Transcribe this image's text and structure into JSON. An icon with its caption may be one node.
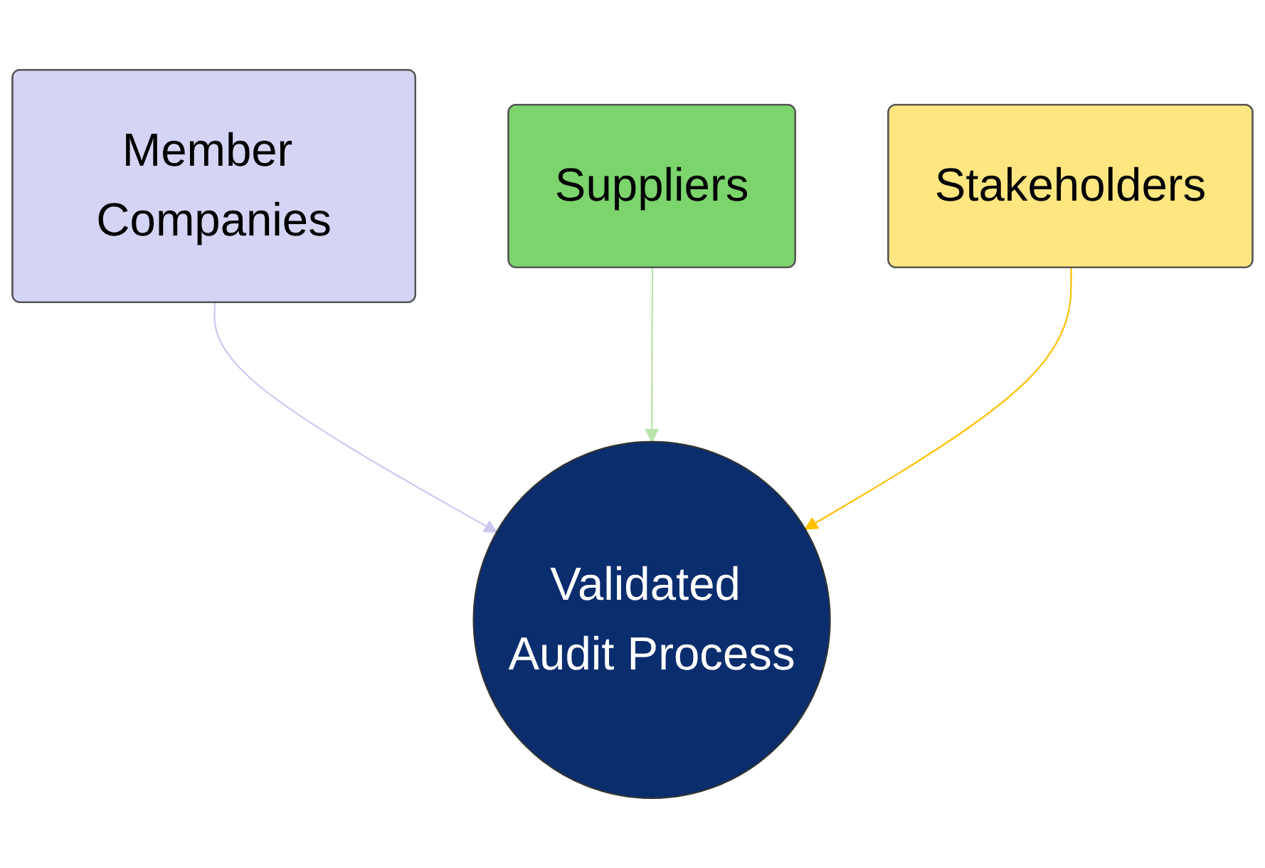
{
  "diagram": {
    "nodes": [
      {
        "text": [
          "Member Companies"
        ]
      },
      {
        "text": [
          "Suppliers"
        ]
      },
      {
        "text": [
          "Stakeholders"
        ]
      },
      {
        "text": [
          "Validated Audit Process"
        ]
      }
    ],
    "edges": [
      {
        "from": 0,
        "to": 3,
        "arrow": "to",
        "color": "#c8c8f0"
      },
      {
        "from": 1,
        "to": 3,
        "arrow": "to",
        "color": "#b8e4ac"
      },
      {
        "from": 2,
        "to": 3,
        "arrow": "to",
        "color": "#ffc000"
      }
    ]
  }
}
